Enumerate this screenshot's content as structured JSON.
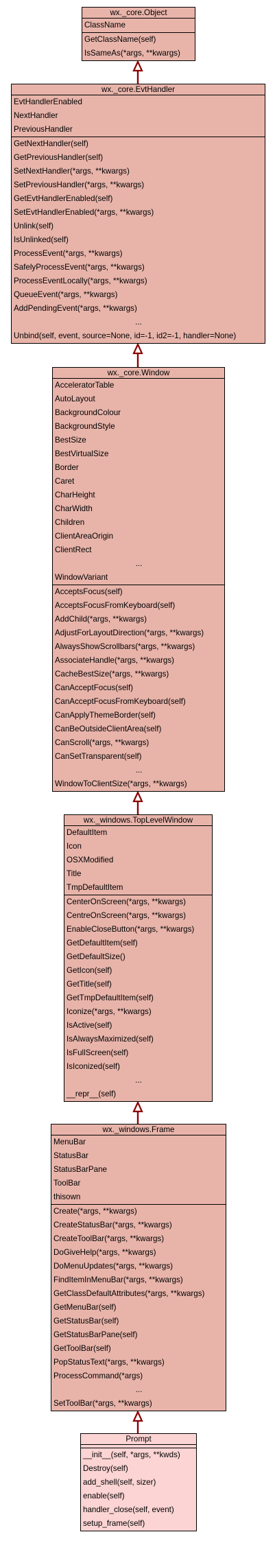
{
  "colors": {
    "class_fill": "#e8b4aa",
    "leaf_fill": "#fcd4d4",
    "edge_color": "#8b0000",
    "border": "#000000"
  },
  "classes": [
    {
      "id": "object",
      "title": "wx._core.Object",
      "attributes": [
        "ClassName"
      ],
      "methods": [
        "GetClassName(self)",
        "IsSameAs(*args, **kwargs)"
      ]
    },
    {
      "id": "evthandler",
      "title": "wx._core.EvtHandler",
      "attributes": [
        "EvtHandlerEnabled",
        "NextHandler",
        "PreviousHandler"
      ],
      "methods": [
        "GetNextHandler(self)",
        "GetPreviousHandler(self)",
        "SetNextHandler(*args, **kwargs)",
        "SetPreviousHandler(*args, **kwargs)",
        "GetEvtHandlerEnabled(self)",
        "SetEvtHandlerEnabled(*args, **kwargs)",
        "Unlink(self)",
        "IsUnlinked(self)",
        "ProcessEvent(*args, **kwargs)",
        "SafelyProcessEvent(*args, **kwargs)",
        "ProcessEventLocally(*args, **kwargs)",
        "QueueEvent(*args, **kwargs)",
        "AddPendingEvent(*args, **kwargs)",
        "...",
        "Unbind(self, event, source=None, id=-1, id2=-1, handler=None)"
      ]
    },
    {
      "id": "window",
      "title": "wx._core.Window",
      "attributes": [
        "AcceleratorTable",
        "AutoLayout",
        "BackgroundColour",
        "BackgroundStyle",
        "BestSize",
        "BestVirtualSize",
        "Border",
        "Caret",
        "CharHeight",
        "CharWidth",
        "Children",
        "ClientAreaOrigin",
        "ClientRect",
        "...",
        "WindowVariant"
      ],
      "methods": [
        "AcceptsFocus(self)",
        "AcceptsFocusFromKeyboard(self)",
        "AddChild(*args, **kwargs)",
        "AdjustForLayoutDirection(*args, **kwargs)",
        "AlwaysShowScrollbars(*args, **kwargs)",
        "AssociateHandle(*args, **kwargs)",
        "CacheBestSize(*args, **kwargs)",
        "CanAcceptFocus(self)",
        "CanAcceptFocusFromKeyboard(self)",
        "CanApplyThemeBorder(self)",
        "CanBeOutsideClientArea(self)",
        "CanScroll(*args, **kwargs)",
        "CanSetTransparent(self)",
        "...",
        "WindowToClientSize(*args, **kwargs)"
      ]
    },
    {
      "id": "toplevelwindow",
      "title": "wx._windows.TopLevelWindow",
      "attributes": [
        "DefaultItem",
        "Icon",
        "OSXModified",
        "Title",
        "TmpDefaultItem"
      ],
      "methods": [
        "CenterOnScreen(*args, **kwargs)",
        "CentreOnScreen(*args, **kwargs)",
        "EnableCloseButton(*args, **kwargs)",
        "GetDefaultItem(self)",
        "GetDefaultSize()",
        "GetIcon(self)",
        "GetTitle(self)",
        "GetTmpDefaultItem(self)",
        "Iconize(*args, **kwargs)",
        "IsActive(self)",
        "IsAlwaysMaximized(self)",
        "IsFullScreen(self)",
        "IsIconized(self)",
        "...",
        "__repr__(self)"
      ]
    },
    {
      "id": "frame",
      "title": "wx._windows.Frame",
      "attributes": [
        "MenuBar",
        "StatusBar",
        "StatusBarPane",
        "ToolBar",
        "thisown"
      ],
      "methods": [
        "Create(*args, **kwargs)",
        "CreateStatusBar(*args, **kwargs)",
        "CreateToolBar(*args, **kwargs)",
        "DoGiveHelp(*args, **kwargs)",
        "DoMenuUpdates(*args, **kwargs)",
        "FindItemInMenuBar(*args, **kwargs)",
        "GetClassDefaultAttributes(*args, **kwargs)",
        "GetMenuBar(self)",
        "GetStatusBar(self)",
        "GetStatusBarPane(self)",
        "GetToolBar(self)",
        "PopStatusText(*args, **kwargs)",
        "ProcessCommand(*args)",
        "...",
        "SetToolBar(*args, **kwargs)"
      ]
    },
    {
      "id": "prompt",
      "title": "Prompt",
      "attributes": [],
      "methods": [
        "__init__(self, *args, **kwds)",
        "Destroy(self)",
        "add_shell(self, sizer)",
        "enable(self)",
        "handler_close(self, event)",
        "setup_frame(self)"
      ]
    }
  ],
  "edges": [
    {
      "from": "evthandler",
      "to": "object"
    },
    {
      "from": "window",
      "to": "evthandler"
    },
    {
      "from": "toplevelwindow",
      "to": "window"
    },
    {
      "from": "frame",
      "to": "toplevelwindow"
    },
    {
      "from": "prompt",
      "to": "frame"
    }
  ]
}
